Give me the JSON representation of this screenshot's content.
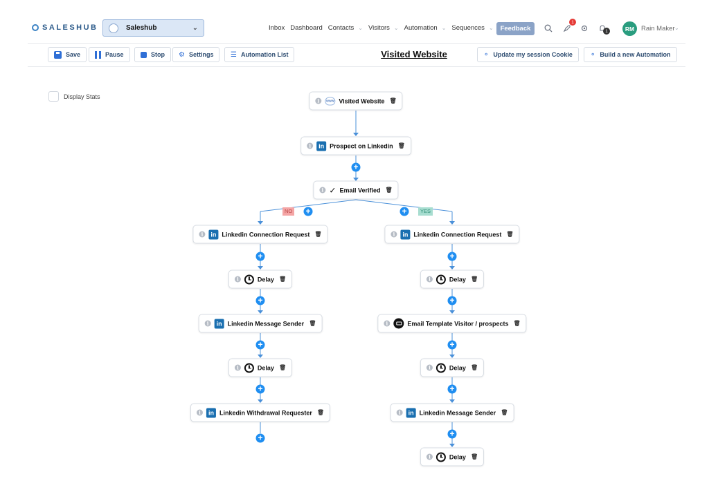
{
  "brand": {
    "name": "SALESHUB"
  },
  "workspace": {
    "name": "Saleshub"
  },
  "nav": {
    "links": [
      {
        "label": "Inbox",
        "dropdown": false
      },
      {
        "label": "Dashboard",
        "dropdown": false
      },
      {
        "label": "Contacts",
        "dropdown": true
      },
      {
        "label": "Visitors",
        "dropdown": true
      },
      {
        "label": "Automation",
        "dropdown": true
      },
      {
        "label": "Sequences",
        "dropdown": true
      }
    ],
    "feedback_label": "Feedback",
    "notifications": {
      "rocket_count": "1",
      "bell_count": "1"
    },
    "user": {
      "initials": "RM",
      "name": "Rain Maker"
    }
  },
  "toolbar": {
    "save_label": "Save",
    "pause_label": "Pause",
    "stop_label": "Stop",
    "settings_label": "Settings",
    "automation_list_label": "Automation List",
    "title": "Visited Website",
    "update_cookie_label": "Update my session Cookie",
    "build_new_label": "Build a new Automation"
  },
  "stats": {
    "label": "Display Stats",
    "checked": false
  },
  "flow": {
    "branch_labels": {
      "no": "NO",
      "yes": "YES"
    },
    "nodes": {
      "trigger": {
        "label": "Visited Website",
        "icon": "website-icon"
      },
      "prospect": {
        "label": "Prospect on Linkedin",
        "icon": "linkedin-icon"
      },
      "verify": {
        "label": "Email Verified",
        "icon": "verify-icon"
      },
      "no1": {
        "label": "Linkedin Connection Request",
        "icon": "linkedin-icon"
      },
      "no2": {
        "label": "Delay",
        "icon": "clock-icon"
      },
      "no3": {
        "label": "Linkedin Message Sender",
        "icon": "linkedin-icon"
      },
      "no4": {
        "label": "Delay",
        "icon": "clock-icon"
      },
      "no5": {
        "label": "Linkedin Withdrawal Requester",
        "icon": "linkedin-icon"
      },
      "yes1": {
        "label": "Linkedin Connection Request",
        "icon": "linkedin-icon"
      },
      "yes2": {
        "label": "Delay",
        "icon": "clock-icon"
      },
      "yes3": {
        "label": "Email Template Visitor / prospects",
        "icon": "mail-icon"
      },
      "yes4": {
        "label": "Delay",
        "icon": "clock-icon"
      },
      "yes5": {
        "label": "Linkedin Message Sender",
        "icon": "linkedin-icon"
      },
      "yes6": {
        "label": "Delay",
        "icon": "clock-icon"
      }
    }
  },
  "colors": {
    "accent": "#1f8ef1",
    "linkedin": "#1a6fb0",
    "connector": "#4a90d9",
    "avatar": "#2a9d7f"
  }
}
